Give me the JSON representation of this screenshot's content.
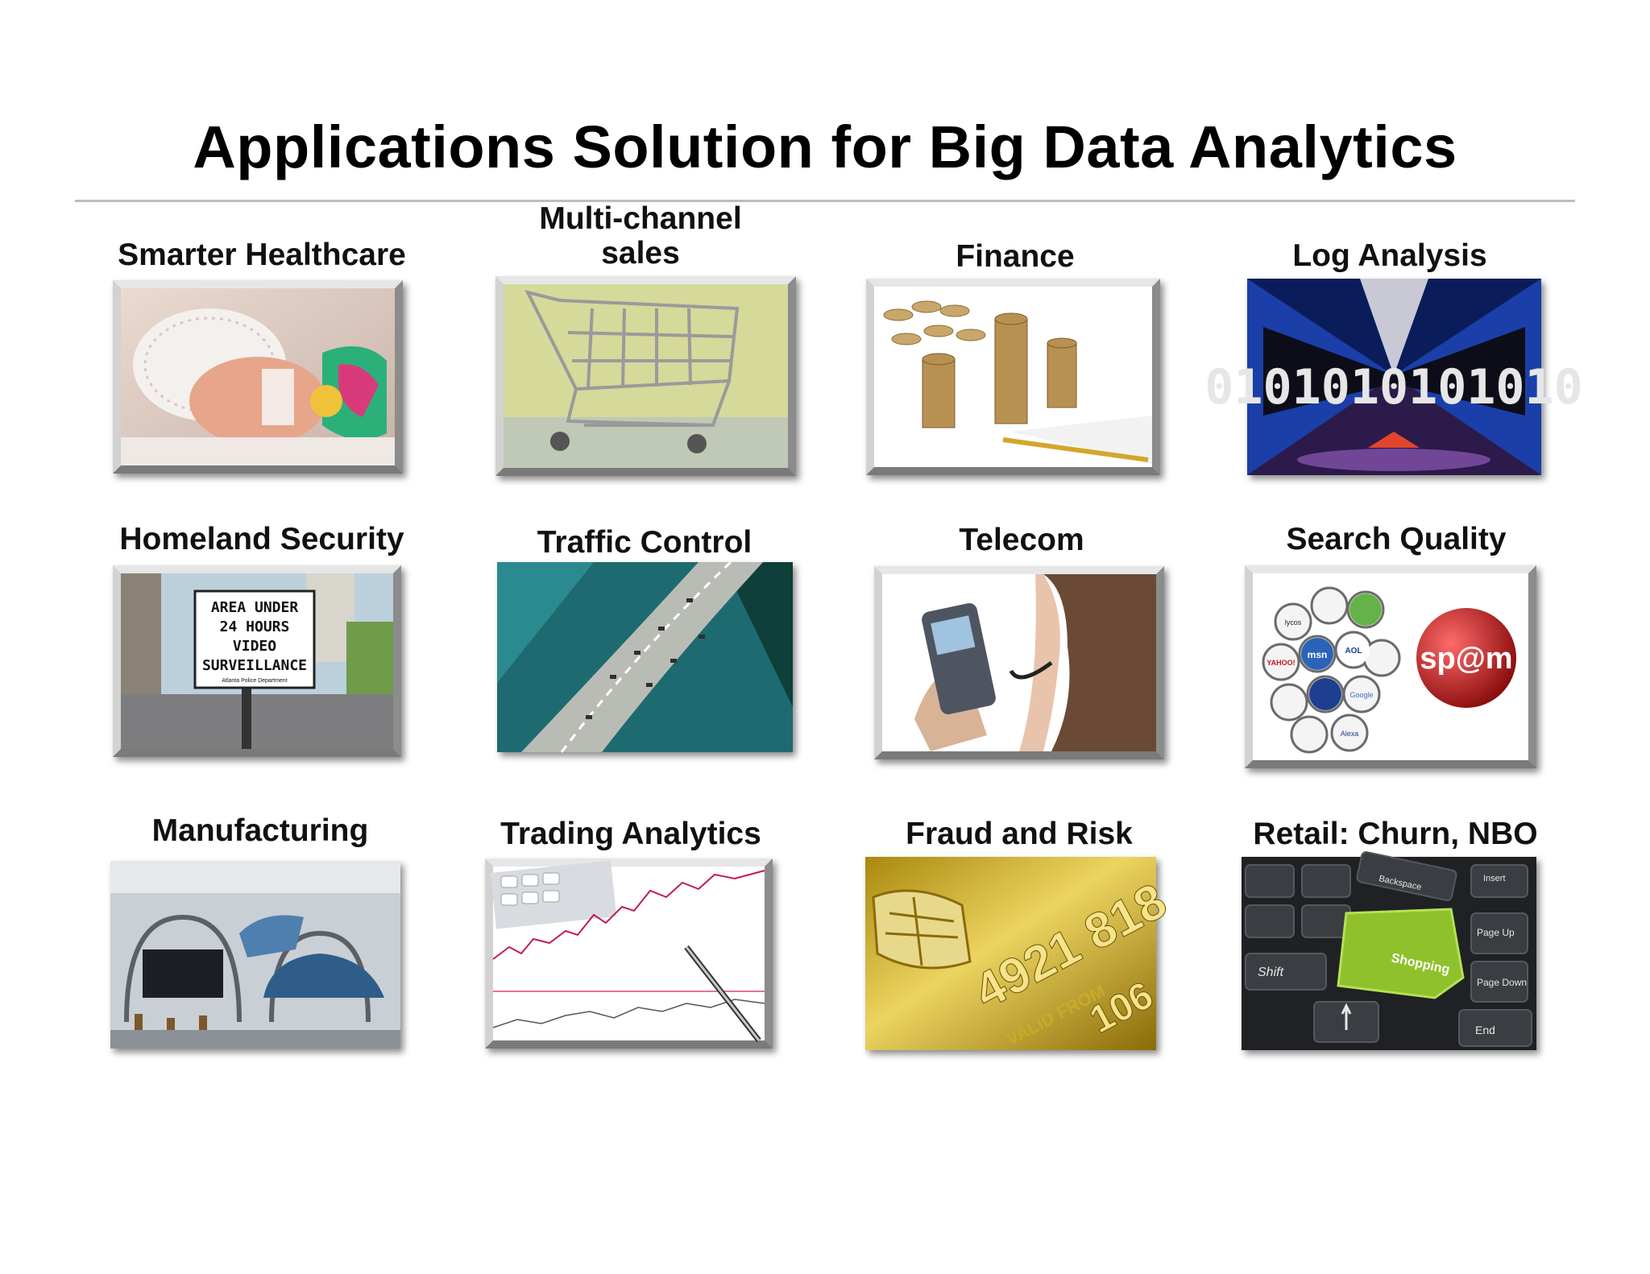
{
  "title": "Applications Solution for Big Data Analytics",
  "tiles": [
    {
      "label": "Smarter Healthcare",
      "icon": "newborn-baby-image"
    },
    {
      "label": "Multi-channel\nsales",
      "icon": "shopping-cart-image"
    },
    {
      "label": "Finance",
      "icon": "coin-stacks-image"
    },
    {
      "label": "Log Analysis",
      "icon": "binary-data-image"
    },
    {
      "label": "Homeland Security",
      "icon": "surveillance-sign-image"
    },
    {
      "label": "Traffic Control",
      "icon": "highway-traffic-image"
    },
    {
      "label": "Telecom",
      "icon": "phone-headset-image"
    },
    {
      "label": "Search Quality",
      "icon": "search-engines-spam-image"
    },
    {
      "label": "Manufacturing",
      "icon": "car-assembly-line-image"
    },
    {
      "label": "Trading Analytics",
      "icon": "stock-chart-calculator-image"
    },
    {
      "label": "Fraud and Risk",
      "icon": "credit-card-chip-image"
    },
    {
      "label": "Retail: Churn, NBO",
      "icon": "shopping-keyboard-image"
    }
  ],
  "image_text": {
    "surveillance_sign": [
      "AREA UNDER",
      "24 HOURS",
      "VIDEO",
      "SURVEILLANCE"
    ],
    "surveillance_sign_small": "Atlanta Police Department",
    "binary": "0101010101010",
    "spam": "sp@m",
    "card_number": "4921 818",
    "card_valid": "VALID FROM",
    "card_date": "106",
    "key_shopping": "Shopping",
    "key_backspace": "Backspace",
    "key_insert": "Insert",
    "key_page_up": "Page Up",
    "key_page_down": "Page Down",
    "key_shift": "Shift",
    "key_end": "End",
    "search_logos": [
      "msn",
      "YAHOO!",
      "AOL",
      "Google",
      "Alexa",
      "lycos"
    ]
  },
  "colors": {
    "title": "#000000",
    "rule": "#bdbdbd",
    "spam_ball": "#c21a1a",
    "shopping_key": "#8fc12c",
    "card_gold": "#c9a91c",
    "binary_bg": "#1a3fa8"
  }
}
